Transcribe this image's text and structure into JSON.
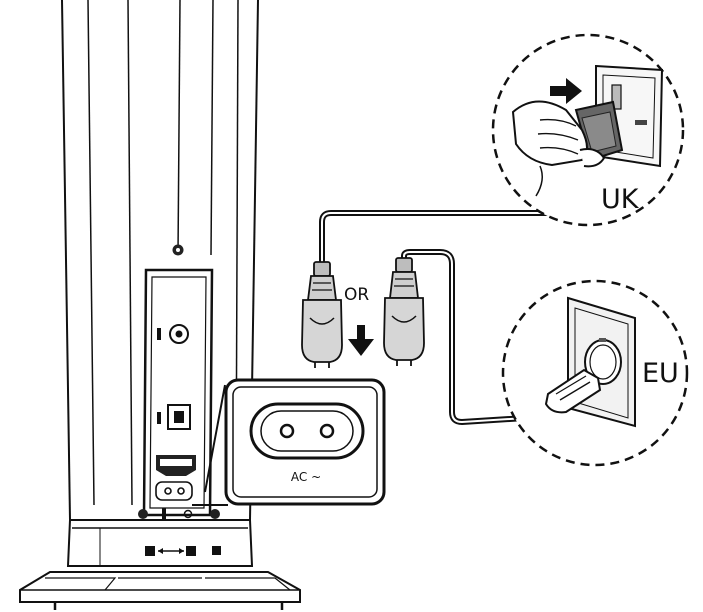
{
  "labels": {
    "uk": "UK",
    "eu": "EU",
    "or": "OR",
    "ac": "AC ~"
  },
  "colors": {
    "line": "#111111",
    "plug_fill": "#d0d0d0",
    "plug_dark": "#555555",
    "background": "#ffffff"
  },
  "icons": {
    "plug_direction": "arrow-down-icon",
    "push": "arrow-right-icon"
  }
}
